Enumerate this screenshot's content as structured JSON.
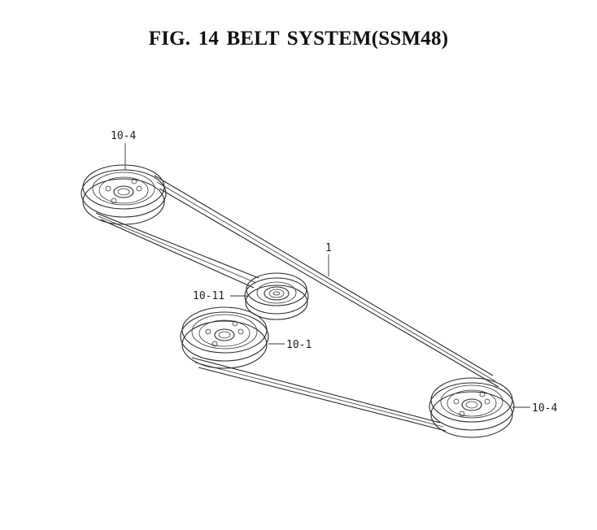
{
  "title": "FIG. 14  BELT SYSTEM(SSM48)",
  "callouts": {
    "belt": "1",
    "pulley_top_left": "10-4",
    "idler": "10-11",
    "pulley_center": "10-1",
    "pulley_bottom_right": "10-4"
  },
  "colors": {
    "line": "#2a2a2a",
    "background": "#ffffff"
  }
}
